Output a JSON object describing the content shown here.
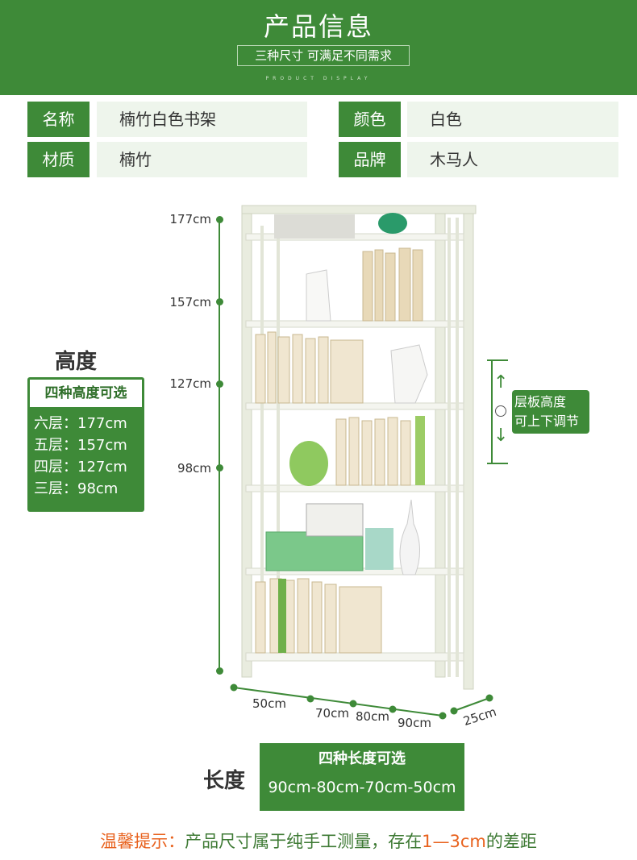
{
  "header": {
    "title": "产品信息",
    "subtitle": "三种尺寸 可满足不同需求",
    "english": "PRODUCT DISPLAY"
  },
  "specs": [
    {
      "label": "名称",
      "value": "楠竹白色书架"
    },
    {
      "label": "颜色",
      "value": "白色"
    },
    {
      "label": "材质",
      "value": "楠竹"
    },
    {
      "label": "品牌",
      "value": "木马人"
    }
  ],
  "height": {
    "title": "高度",
    "box_title": "四种高度可选",
    "options": [
      "六层：177cm",
      "五层：157cm",
      "四层：127cm",
      "三层：98cm"
    ],
    "ticks": [
      "177cm",
      "157cm",
      "127cm",
      "98cm"
    ]
  },
  "adjust_label": [
    "层板高度",
    "可上下调节"
  ],
  "length": {
    "title": "长度",
    "box_title": "四种长度可选",
    "box_values": "90cm-80cm-70cm-50cm",
    "ticks": [
      "50cm",
      "70cm",
      "80cm",
      "90cm"
    ],
    "depth": "25cm"
  },
  "note": {
    "prefix": "温馨提示：",
    "text1": "产品尺寸属于纯手工测量，存在",
    "range": "1—3cm",
    "text2": "的差距"
  },
  "colors": {
    "green": "#3e8a38",
    "orange": "#e8621e"
  }
}
